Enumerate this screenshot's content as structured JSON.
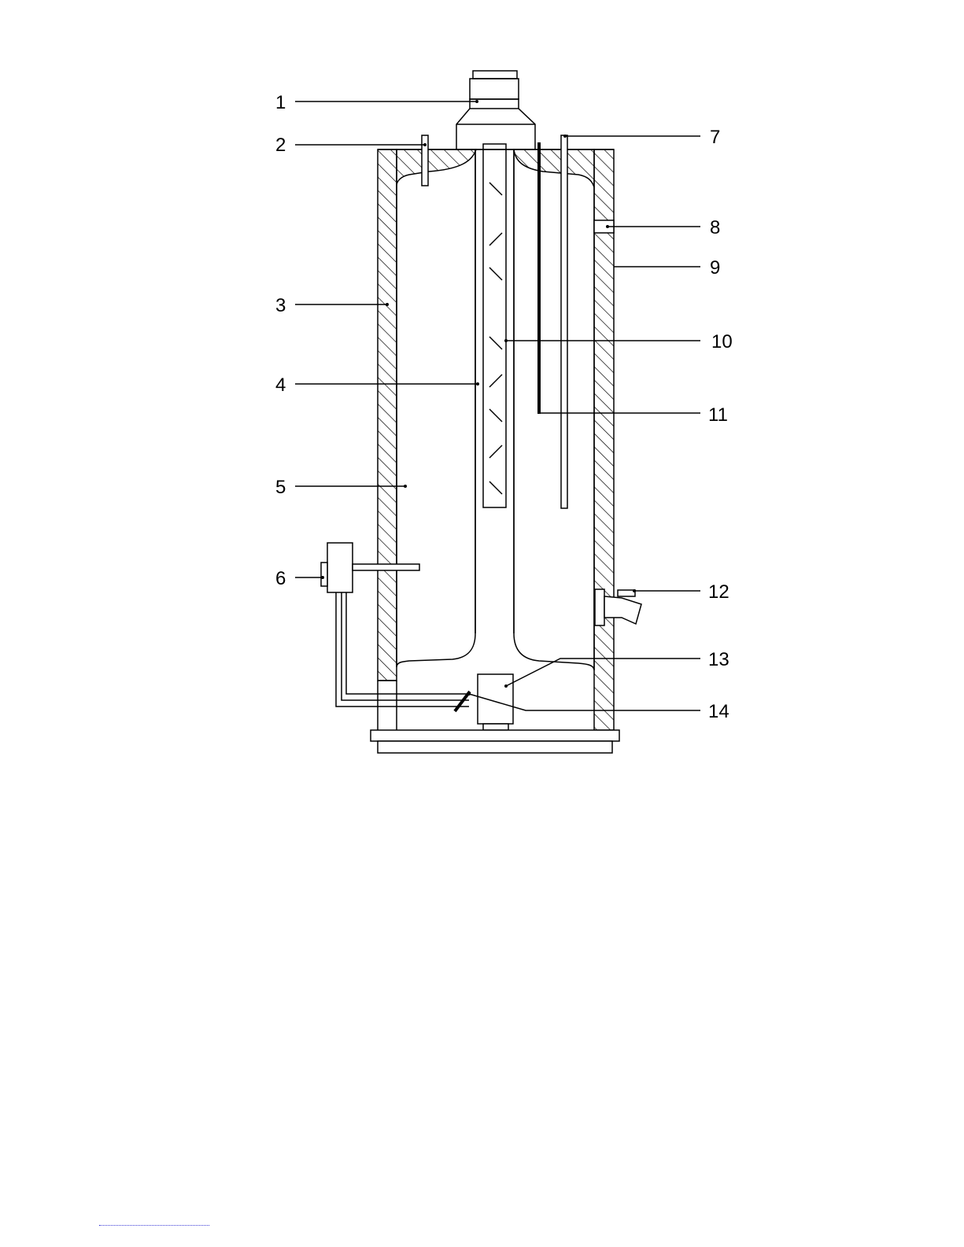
{
  "callouts": [
    {
      "id": "1",
      "label": "1"
    },
    {
      "id": "2",
      "label": "2"
    },
    {
      "id": "3",
      "label": "3"
    },
    {
      "id": "4",
      "label": "4"
    },
    {
      "id": "5",
      "label": "5"
    },
    {
      "id": "6",
      "label": "6"
    },
    {
      "id": "7",
      "label": "7"
    },
    {
      "id": "8",
      "label": "8"
    },
    {
      "id": "9",
      "label": "9"
    },
    {
      "id": "10",
      "label": "10"
    },
    {
      "id": "11",
      "label": "11"
    },
    {
      "id": "12",
      "label": "12"
    },
    {
      "id": "13",
      "label": "13"
    },
    {
      "id": "14",
      "label": "14"
    }
  ],
  "colors": {
    "line": "#000000",
    "background": "#ffffff",
    "footer_rule": "#3b3bd6"
  }
}
